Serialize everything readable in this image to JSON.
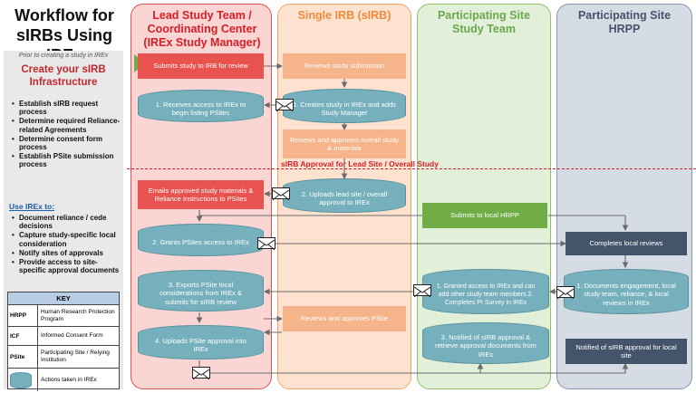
{
  "title": "Workflow for sIRBs Using IREx",
  "sidebar": {
    "note": "Prior to creating a study in IREx",
    "heading": "Create your sIRB Infrastructure",
    "bullets": [
      "Establish sIRB request process",
      "Determine required Reliance-related Agreements",
      "Determine consent form process",
      "Establish PSite submission process"
    ],
    "use_label": "Use IREx to:",
    "use_bullets": [
      "Document reliance / cede decisions",
      "Capture study-specific local consideration",
      "Notify sites of approvals",
      "Provide access to site-specific approval documents"
    ]
  },
  "key": {
    "header": "KEY",
    "rows": [
      {
        "k": "HRPP",
        "v": "Human Research Protection Program"
      },
      {
        "k": "ICF",
        "v": "Informed Consent Form"
      },
      {
        "k": "PSite",
        "v": "Participating Site / Relying Institution"
      },
      {
        "k": "",
        "v": "Actions taken in IREx"
      }
    ]
  },
  "lanes": {
    "lead": "Lead Study Team / Coordinating Center (IREx Study Manager)",
    "sirb": "Single IRB (sIRB)",
    "pst": "Participating Site Study Team",
    "hrpp": "Participating Site HRPP"
  },
  "divider_label": "sIRB Approval for Lead Site / Overall Study",
  "nodes": {
    "lead1": "Submits study to IRB for review",
    "lead2": "1. Receives access to IREx to begin listing PSites",
    "lead3": "Emails approved study materials & Reliance Instructions to PSites",
    "lead4": "2. Grants PSites access to IREx",
    "lead5": "3. Exports PSite local considerations from IREx & submits for sIRB review",
    "lead6": "4. Uploads PSite approval into IREx",
    "sirb1": "Reviews study submission",
    "sirb2": "1. Creates study in IREx and adds Study Manager",
    "sirb3": "Reviews and approves overall study & materials",
    "sirb4": "2. Uploads lead site / overall approval to IREx",
    "sirb5": "Reviews and approves PSite",
    "pst1": "Submits to local HRPP",
    "pst2": "1. Granted access to IREx and can add other study team members 2. Completes PI Survey in IREx",
    "pst3": "3. Notified of sIRB approval & retrieve approval documents from IREx",
    "hrpp1": "Completes local reviews",
    "hrpp2": "1. Documents engagement, local study team, reliance, & local reviews in IREx",
    "hrpp3": "Notified of sIRB approval for local site"
  },
  "colors": {
    "lead_lane": "#f9d5d3",
    "sirb_lane": "#fde3cf",
    "pst_lane": "#e2efd9",
    "hrpp_lane": "#d6dce4",
    "irex_cylinder": "#76b0bd",
    "divider": "#d61f26"
  }
}
